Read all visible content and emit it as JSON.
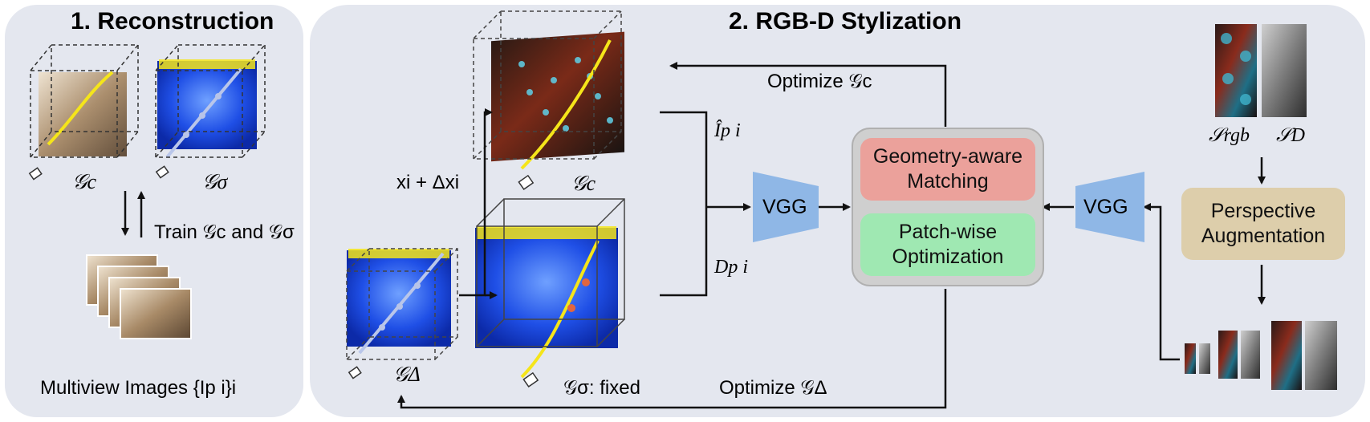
{
  "panel1": {
    "title": "1. Reconstruction",
    "cube_a_label": "𝒢c",
    "cube_b_label": "𝒢σ",
    "train_label": "Train 𝒢c and 𝒢σ",
    "multiview_label": "Multiview Images {Ip i}i"
  },
  "panel2": {
    "title": "2. RGB-D Stylization",
    "optimize_c_label": "Optimize 𝒢c",
    "optimize_delta_label": "Optimize 𝒢Δ",
    "offset_label": "xi + Δxi",
    "cube_c_label": "𝒢c",
    "cube_sigma_label": "𝒢σ: fixed",
    "cube_delta_label": "𝒢Δ",
    "render_rgb_label": "Îp i",
    "render_depth_label": "Dp i",
    "vgg_left_label": "VGG",
    "vgg_right_label": "VGG",
    "matching_label": "Geometry-aware Matching",
    "patch_label": "Patch-wise Optimization",
    "perspective_label": "Perspective Augmentation",
    "style_rgb_label": "𝒮rgb",
    "style_depth_label": "𝒮D"
  },
  "colors": {
    "panel_bg": "#e4e7ef",
    "matching_fill": "#eba19b",
    "patch_fill": "#9fe8b2",
    "perspective_fill": "#ddceab",
    "vgg_fill": "#8fb7e6",
    "density_blue": "#1f4fe6",
    "ray_yellow": "#f5e51a"
  }
}
